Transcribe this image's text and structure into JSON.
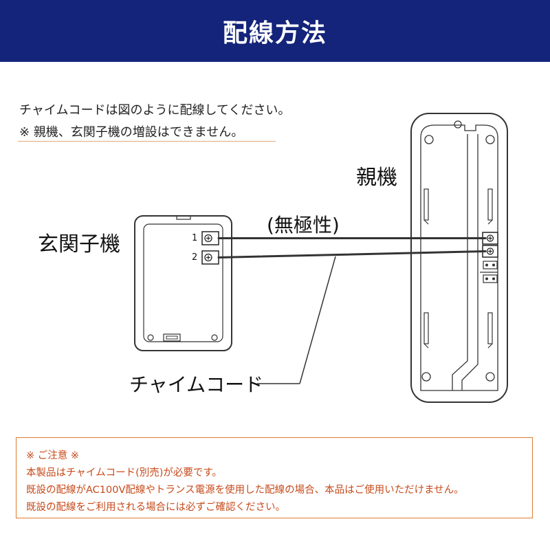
{
  "header": {
    "title": "配線方法"
  },
  "intro": {
    "line1": "チャイムコードは図のように配線してください。",
    "line2": "※ 親機、玄関子機の増設はできません。"
  },
  "diagram": {
    "parent_label": "親機",
    "door_label": "玄関子機",
    "polarity_label": "(無極性)",
    "cord_label": "チャイムコード",
    "terminal_1": "1",
    "terminal_2": "2"
  },
  "notice": {
    "title": "※ ご注意 ※",
    "line1": "本製品はチャイムコード(別売)が必要です。",
    "line2": "既設の配線がAC100V配線やトランス電源を使用した配線の場合、本品はご使用いただけません。",
    "line3": "既設の配線をご利用される場合には必ずご確認ください。"
  },
  "colors": {
    "header_bg": "#14247a",
    "notice_text": "#c64a1a",
    "notice_border": "#e07a2e",
    "underline": "#e3a978"
  }
}
